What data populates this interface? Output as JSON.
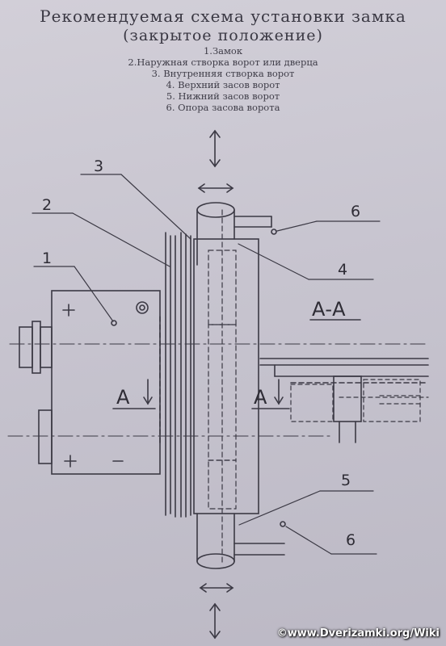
{
  "title_line1": "Рекомендуемая схема установки замка",
  "title_line2": "(закрытое положение)",
  "legend": [
    "1.Замок",
    "2.Наружная створка ворот или дверца",
    "3. Внутренняя створка ворот",
    "4. Верхний засов ворот",
    "5. Нижний засов ворот",
    "6. Опора засова ворота"
  ],
  "callouts": {
    "n1": "1",
    "n2": "2",
    "n3": "3",
    "n4": "4",
    "n5": "5",
    "n6_top": "6",
    "n6_bottom": "6"
  },
  "section_labels": {
    "section_title": "А-А",
    "left_mark": "А",
    "right_mark": "А"
  },
  "watermark": "©www.Dverizamki.org/Wiki"
}
